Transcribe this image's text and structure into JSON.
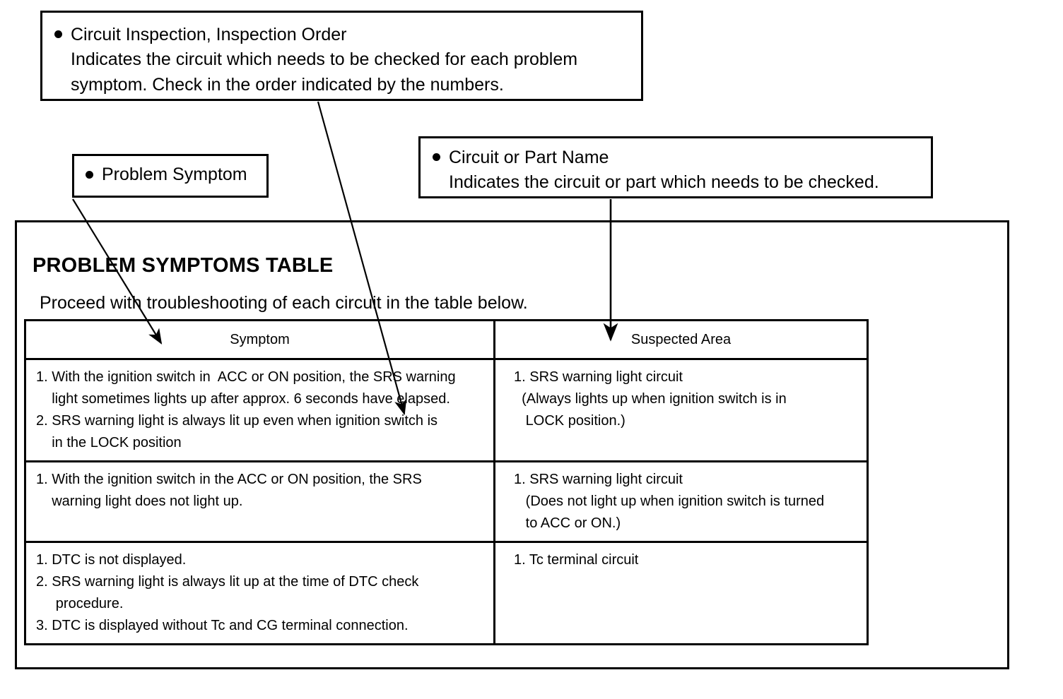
{
  "callouts": [
    {
      "id": "inspection-order",
      "title": "Circuit Inspection, Inspection Order",
      "body_line1": "Indicates the circuit which needs to be checked for each problem",
      "body_line2": "symptom. Check in the order indicated by the numbers."
    },
    {
      "id": "part-name",
      "title": "Circuit or Part Name",
      "body_line1": "Indicates the circuit or part which needs to be checked."
    },
    {
      "id": "problem-symptom",
      "title": "Problem Symptom"
    }
  ],
  "panel": {
    "title": "PROBLEM SYMPTOMS TABLE",
    "subtitle": "Proceed with troubleshooting of each circuit in the table below."
  },
  "table": {
    "headers": [
      "Symptom",
      "Suspected Area"
    ],
    "rows": [
      {
        "symptom_lines": [
          "1. With the ignition switch in  ACC or ON position, the SRS warning",
          "    light sometimes lights up after approx. 6 seconds have elapsed.",
          "2. SRS warning light is always lit up even when ignition switch is",
          "    in the LOCK position"
        ],
        "area_lines": [
          "1. SRS warning light circuit",
          "  (Always lights up when ignition switch is in",
          "   LOCK position.)"
        ]
      },
      {
        "symptom_lines": [
          "1. With the ignition switch in the ACC or ON position, the SRS",
          "    warning light does not light up."
        ],
        "area_lines": [
          "1. SRS warning light circuit",
          "   (Does not light up when ignition switch is turned",
          "   to ACC or ON.)"
        ]
      },
      {
        "symptom_lines": [
          "1. DTC is not displayed.",
          "2. SRS warning light is always lit up at the time of DTC check",
          "     procedure.",
          "3. DTC is displayed without Tc and CG terminal connection."
        ],
        "area_lines": [
          "1. Tc terminal circuit"
        ]
      }
    ]
  },
  "colors": {
    "ink": "#000000",
    "paper": "#ffffff"
  }
}
